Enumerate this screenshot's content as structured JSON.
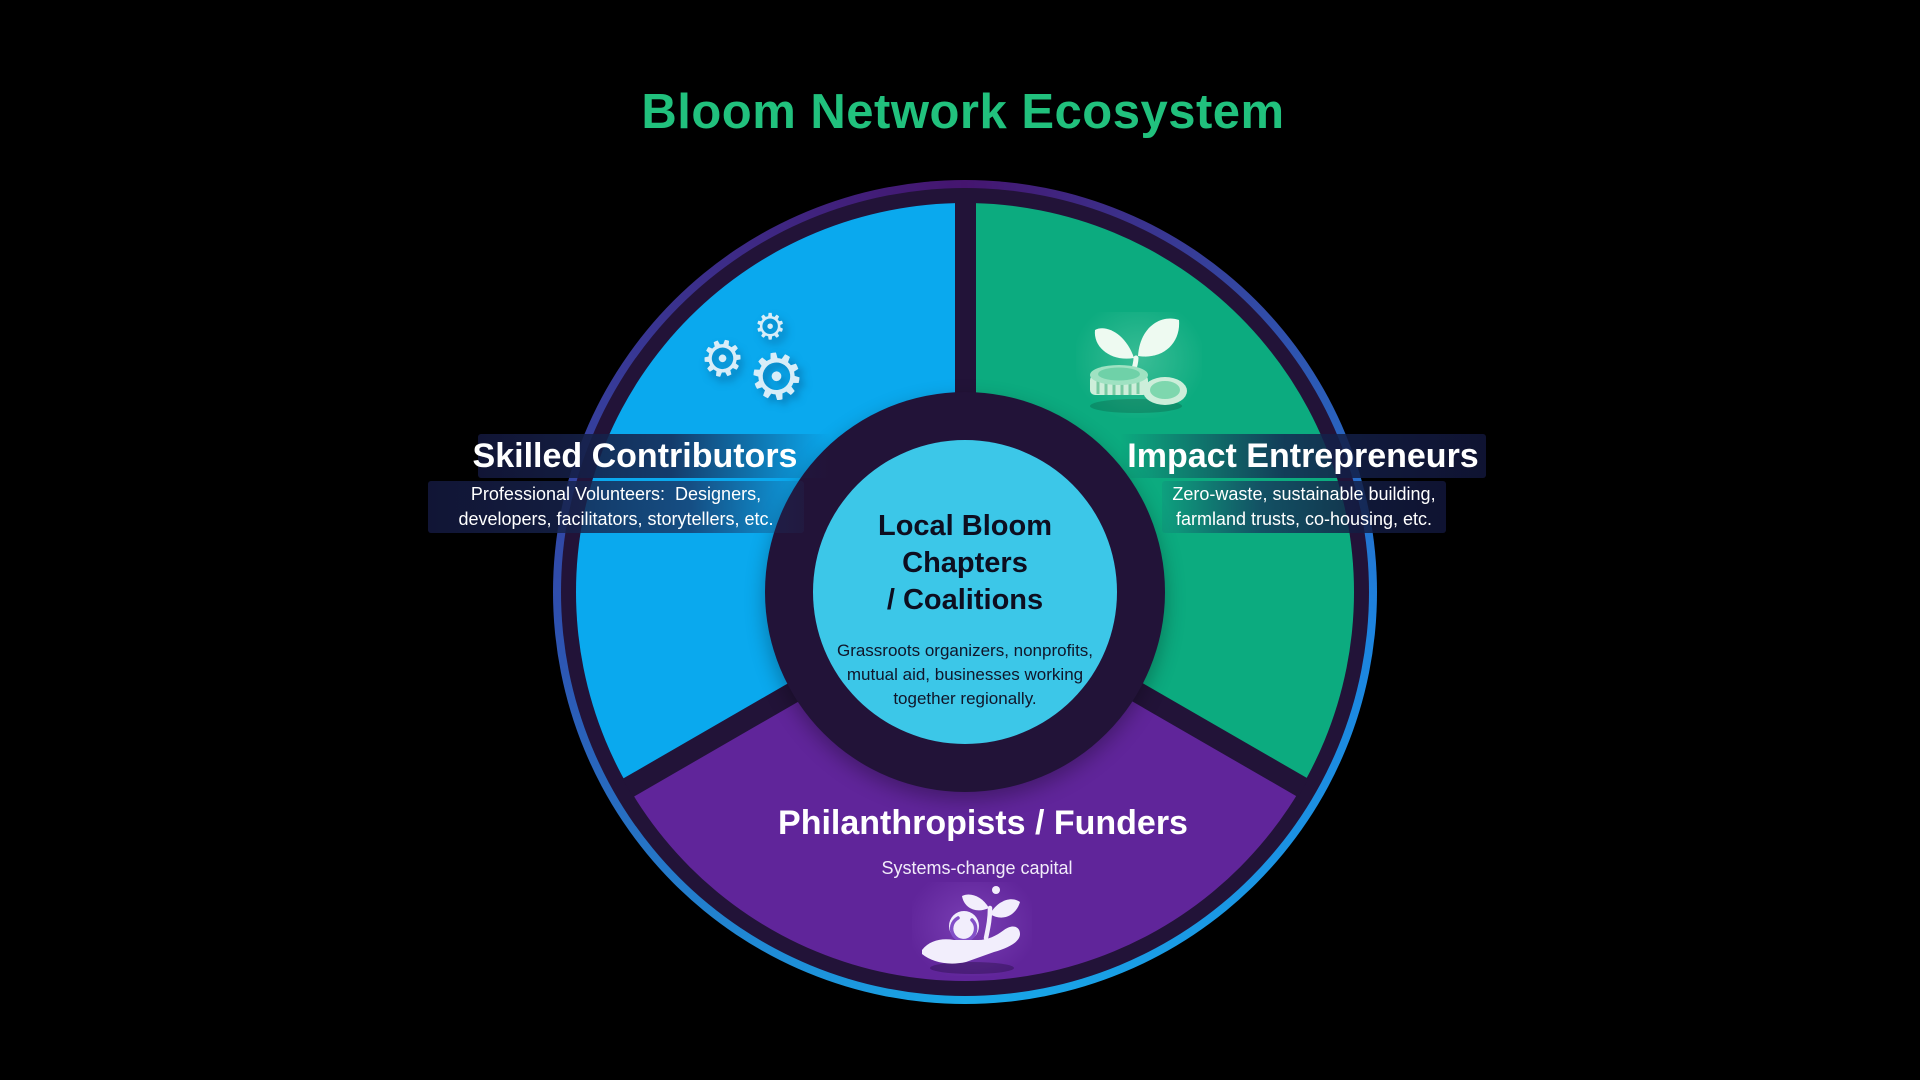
{
  "page_title": "Bloom Network Ecosystem",
  "center": {
    "title_lines": [
      "Local Bloom Chapters",
      "/ Coalitions"
    ],
    "body_lines": [
      "Grassroots organizers, nonprofits,",
      "mutual aid, businesses working",
      "together regionally."
    ]
  },
  "segments": [
    {
      "id": "skilled-contributors",
      "label": "Skilled Contributors",
      "description_lines": [
        "Professional Volunteers:  Designers,",
        "developers, facilitators, storytellers, etc."
      ],
      "color": "#0aa9ee",
      "icon": "gears-icon"
    },
    {
      "id": "impact-entrepreneurs",
      "label": "Impact Entrepreneurs",
      "description_lines": [
        "Zero-waste, sustainable building,",
        "farmland trusts, co-housing, etc."
      ],
      "color": "#0cab7f",
      "icon": "plant-coins-icon"
    },
    {
      "id": "philanthropists-funders",
      "label": "Philanthropists / Funders",
      "description_lines": [
        "Systems-change capital"
      ],
      "color": "#60259a",
      "icon": "hand-plant-icon"
    }
  ],
  "icons": {
    "gear_glyph": "⚙"
  },
  "colors": {
    "background": "#000000",
    "title_text": "#21c17d",
    "segment_blue": "#0aa9ee",
    "segment_green": "#0cab7f",
    "segment_purple": "#60259a",
    "wheel_ring_dark": "#221338",
    "outer_stroke_purple": "#45156f",
    "outer_stroke_blue": "#18a8e8",
    "center_circle_fill": "#3cc7e8",
    "center_text": "#0d0e20",
    "label_text": "#ffffff",
    "label_band_dark": "#141a3a"
  }
}
